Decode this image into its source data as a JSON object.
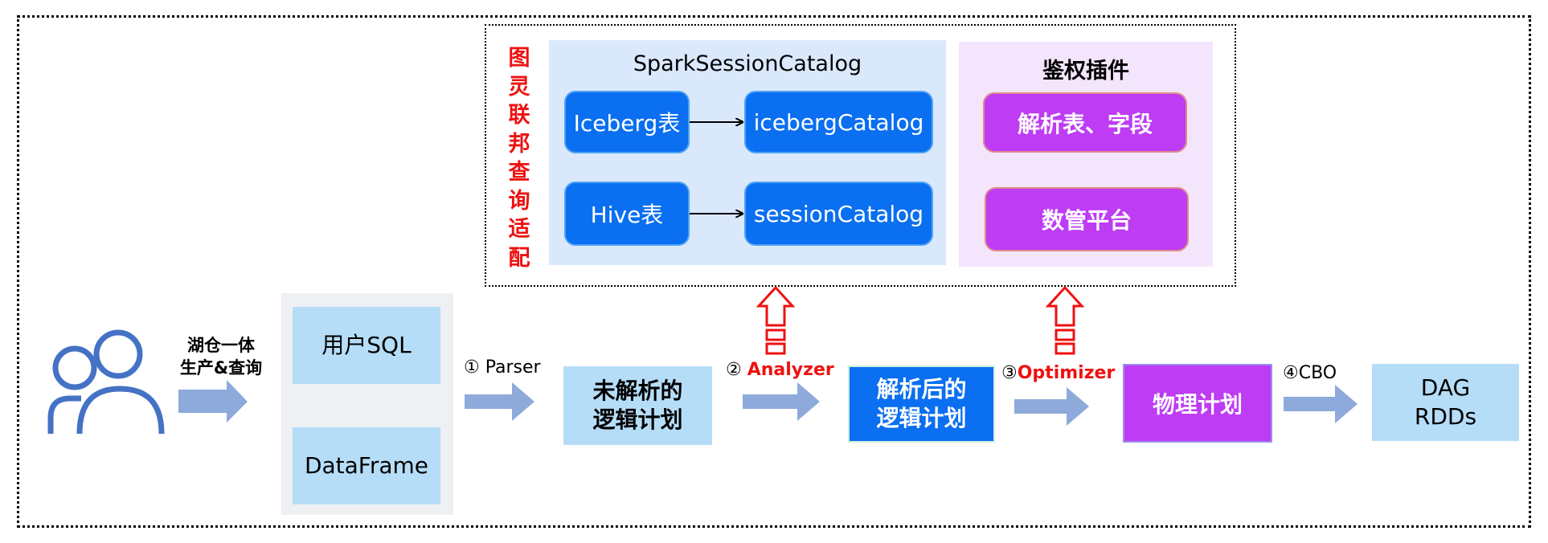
{
  "diagram": {
    "title": "Spark SQL execution flow with federated query adapter",
    "adapter_group": {
      "vertical_title": [
        "图",
        "灵",
        "联",
        "邦",
        "查",
        "询",
        "适",
        "配"
      ],
      "spark_session_catalog": {
        "title": "SparkSessionCatalog",
        "rows": [
          {
            "source": "Iceberg表",
            "target": "icebergCatalog"
          },
          {
            "source": "Hive表",
            "target": "sessionCatalog"
          }
        ]
      },
      "auth_plugin": {
        "title": "鉴权插件",
        "top_box": "解析表、字段",
        "bottom_box": "数管平台"
      }
    },
    "user": {
      "icon": "users-icon",
      "arrow_label_line1": "湖仓一体",
      "arrow_label_line2": "生产&查询"
    },
    "inputs": {
      "sql": "用户SQL",
      "dataframe": "DataFrame"
    },
    "stages": [
      {
        "step": "①",
        "name": "Parser",
        "highlight": false
      },
      {
        "step": "②",
        "name": "Analyzer",
        "highlight": true
      },
      {
        "step": "③",
        "name": "Optimizer",
        "highlight": true
      },
      {
        "step": "④",
        "name": "CBO",
        "highlight": false
      }
    ],
    "plans": {
      "unresolved_line1": "未解析的",
      "unresolved_line2": "逻辑计划",
      "resolved_line1": "解析后的",
      "resolved_line2": "逻辑计划",
      "physical": "物理计划",
      "output_line1": "DAG",
      "output_line2": "RDDs"
    },
    "colors": {
      "accent_blue": "#0a6ff0",
      "light_blue": "#b6ddf8",
      "purple": "#bd3cf4",
      "highlight_red": "#ee1111",
      "flow_arrow": "#8eaadb",
      "user_icon": "#4472c4"
    }
  }
}
